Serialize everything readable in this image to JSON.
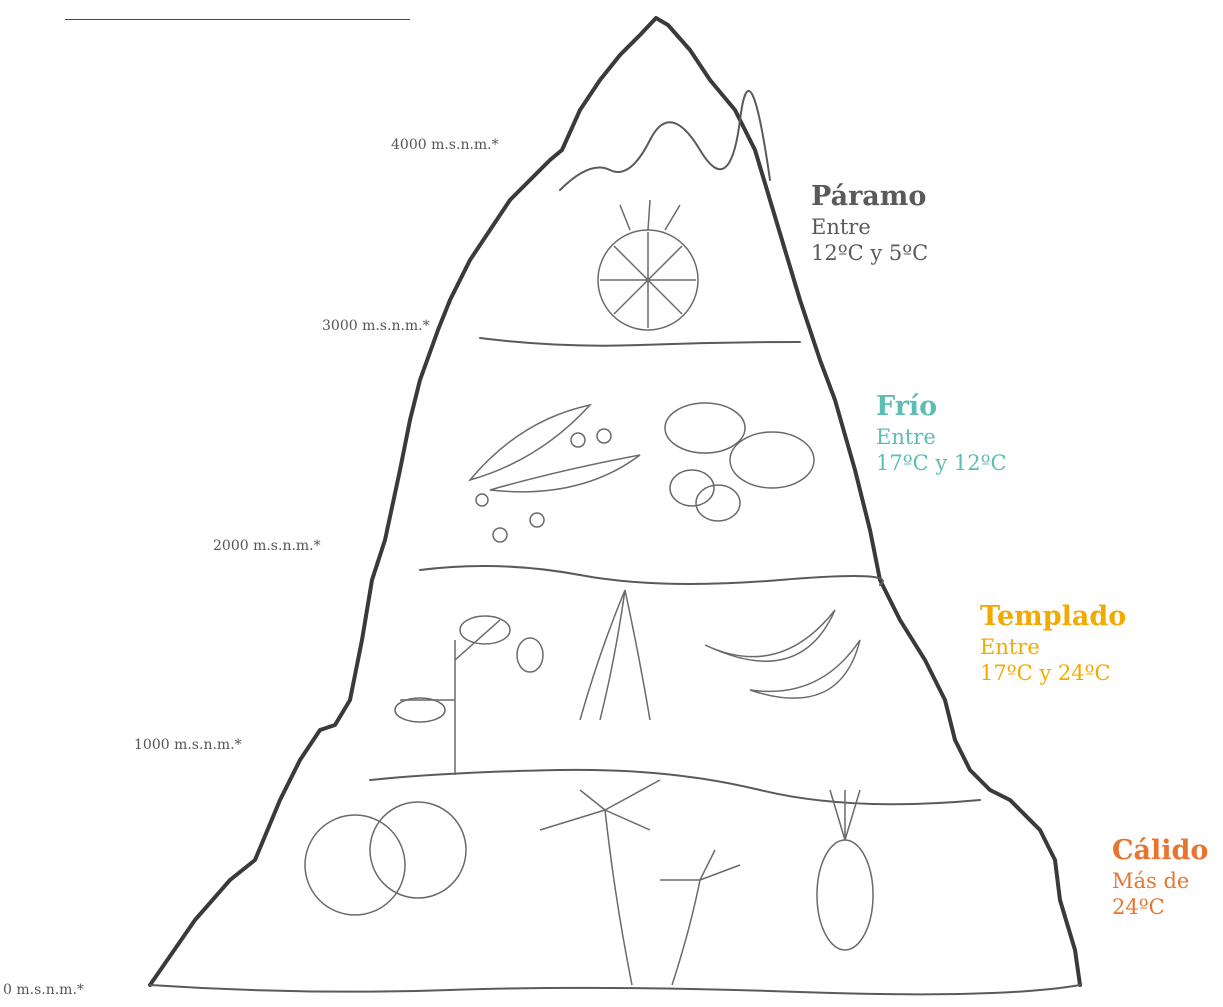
{
  "altitudes": {
    "a4000": "4000 m.s.n.m.*",
    "a3000": "3000 m.s.n.m.*",
    "a2000": "2000 m.s.n.m.*",
    "a1000": "1000 m.s.n.m.*",
    "a0": "0 m.s.n.m.*"
  },
  "zones": {
    "paramo": {
      "name": "Páramo",
      "line1": "Entre",
      "line2": "12ºC y 5ºC",
      "color": "#5a5a5a"
    },
    "frio": {
      "name": "Frío",
      "line1": "Entre",
      "line2": "17ºC y 12ºC",
      "color": "#5bbdb3"
    },
    "templado": {
      "name": "Templado",
      "line1": "Entre",
      "line2": "17ºC y 24ºC",
      "color": "#f2aa00"
    },
    "calido": {
      "name": "Cálido",
      "line1": "Más de",
      "line2": "24ºC",
      "color": "#e8752f"
    }
  }
}
